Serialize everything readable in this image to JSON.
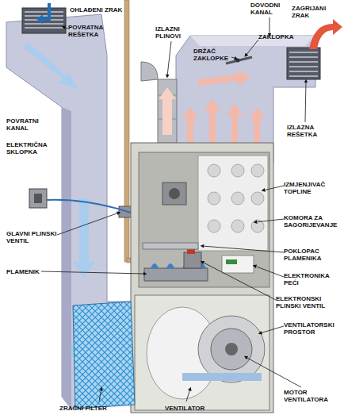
{
  "diagram": {
    "labels": [
      "OHLAĐENI ZRAK",
      "POVRATNA REŠETKA",
      "IZLAZNI PLINOVI",
      "DOVODNI KANAL",
      "ZAGRIJANI ZRAK",
      "ZAKLOPKA",
      "DRŽAČ ZAKLOPKE",
      "POVRATNI KANAL",
      "ELEKTRIČNA SKLOPKA",
      "IZLAZNA REŠETKA",
      "IZMJENJIVAČ TOPLINE",
      "KOMORA ZA SAGORIJEVANJE",
      "GLAVNI PLINSKI VENTIL",
      "POKLOPAC PLAMENIKA",
      "PLAMENIK",
      "ELEKTRONIKA PEĆI",
      "ELEKTRONSKI PLINSKI VENTIL",
      "VENTILATORSKI PROSTOR",
      "MOTOR VENTILATORA",
      "ZRAČNI FILTER",
      "VENTILATOR"
    ]
  }
}
